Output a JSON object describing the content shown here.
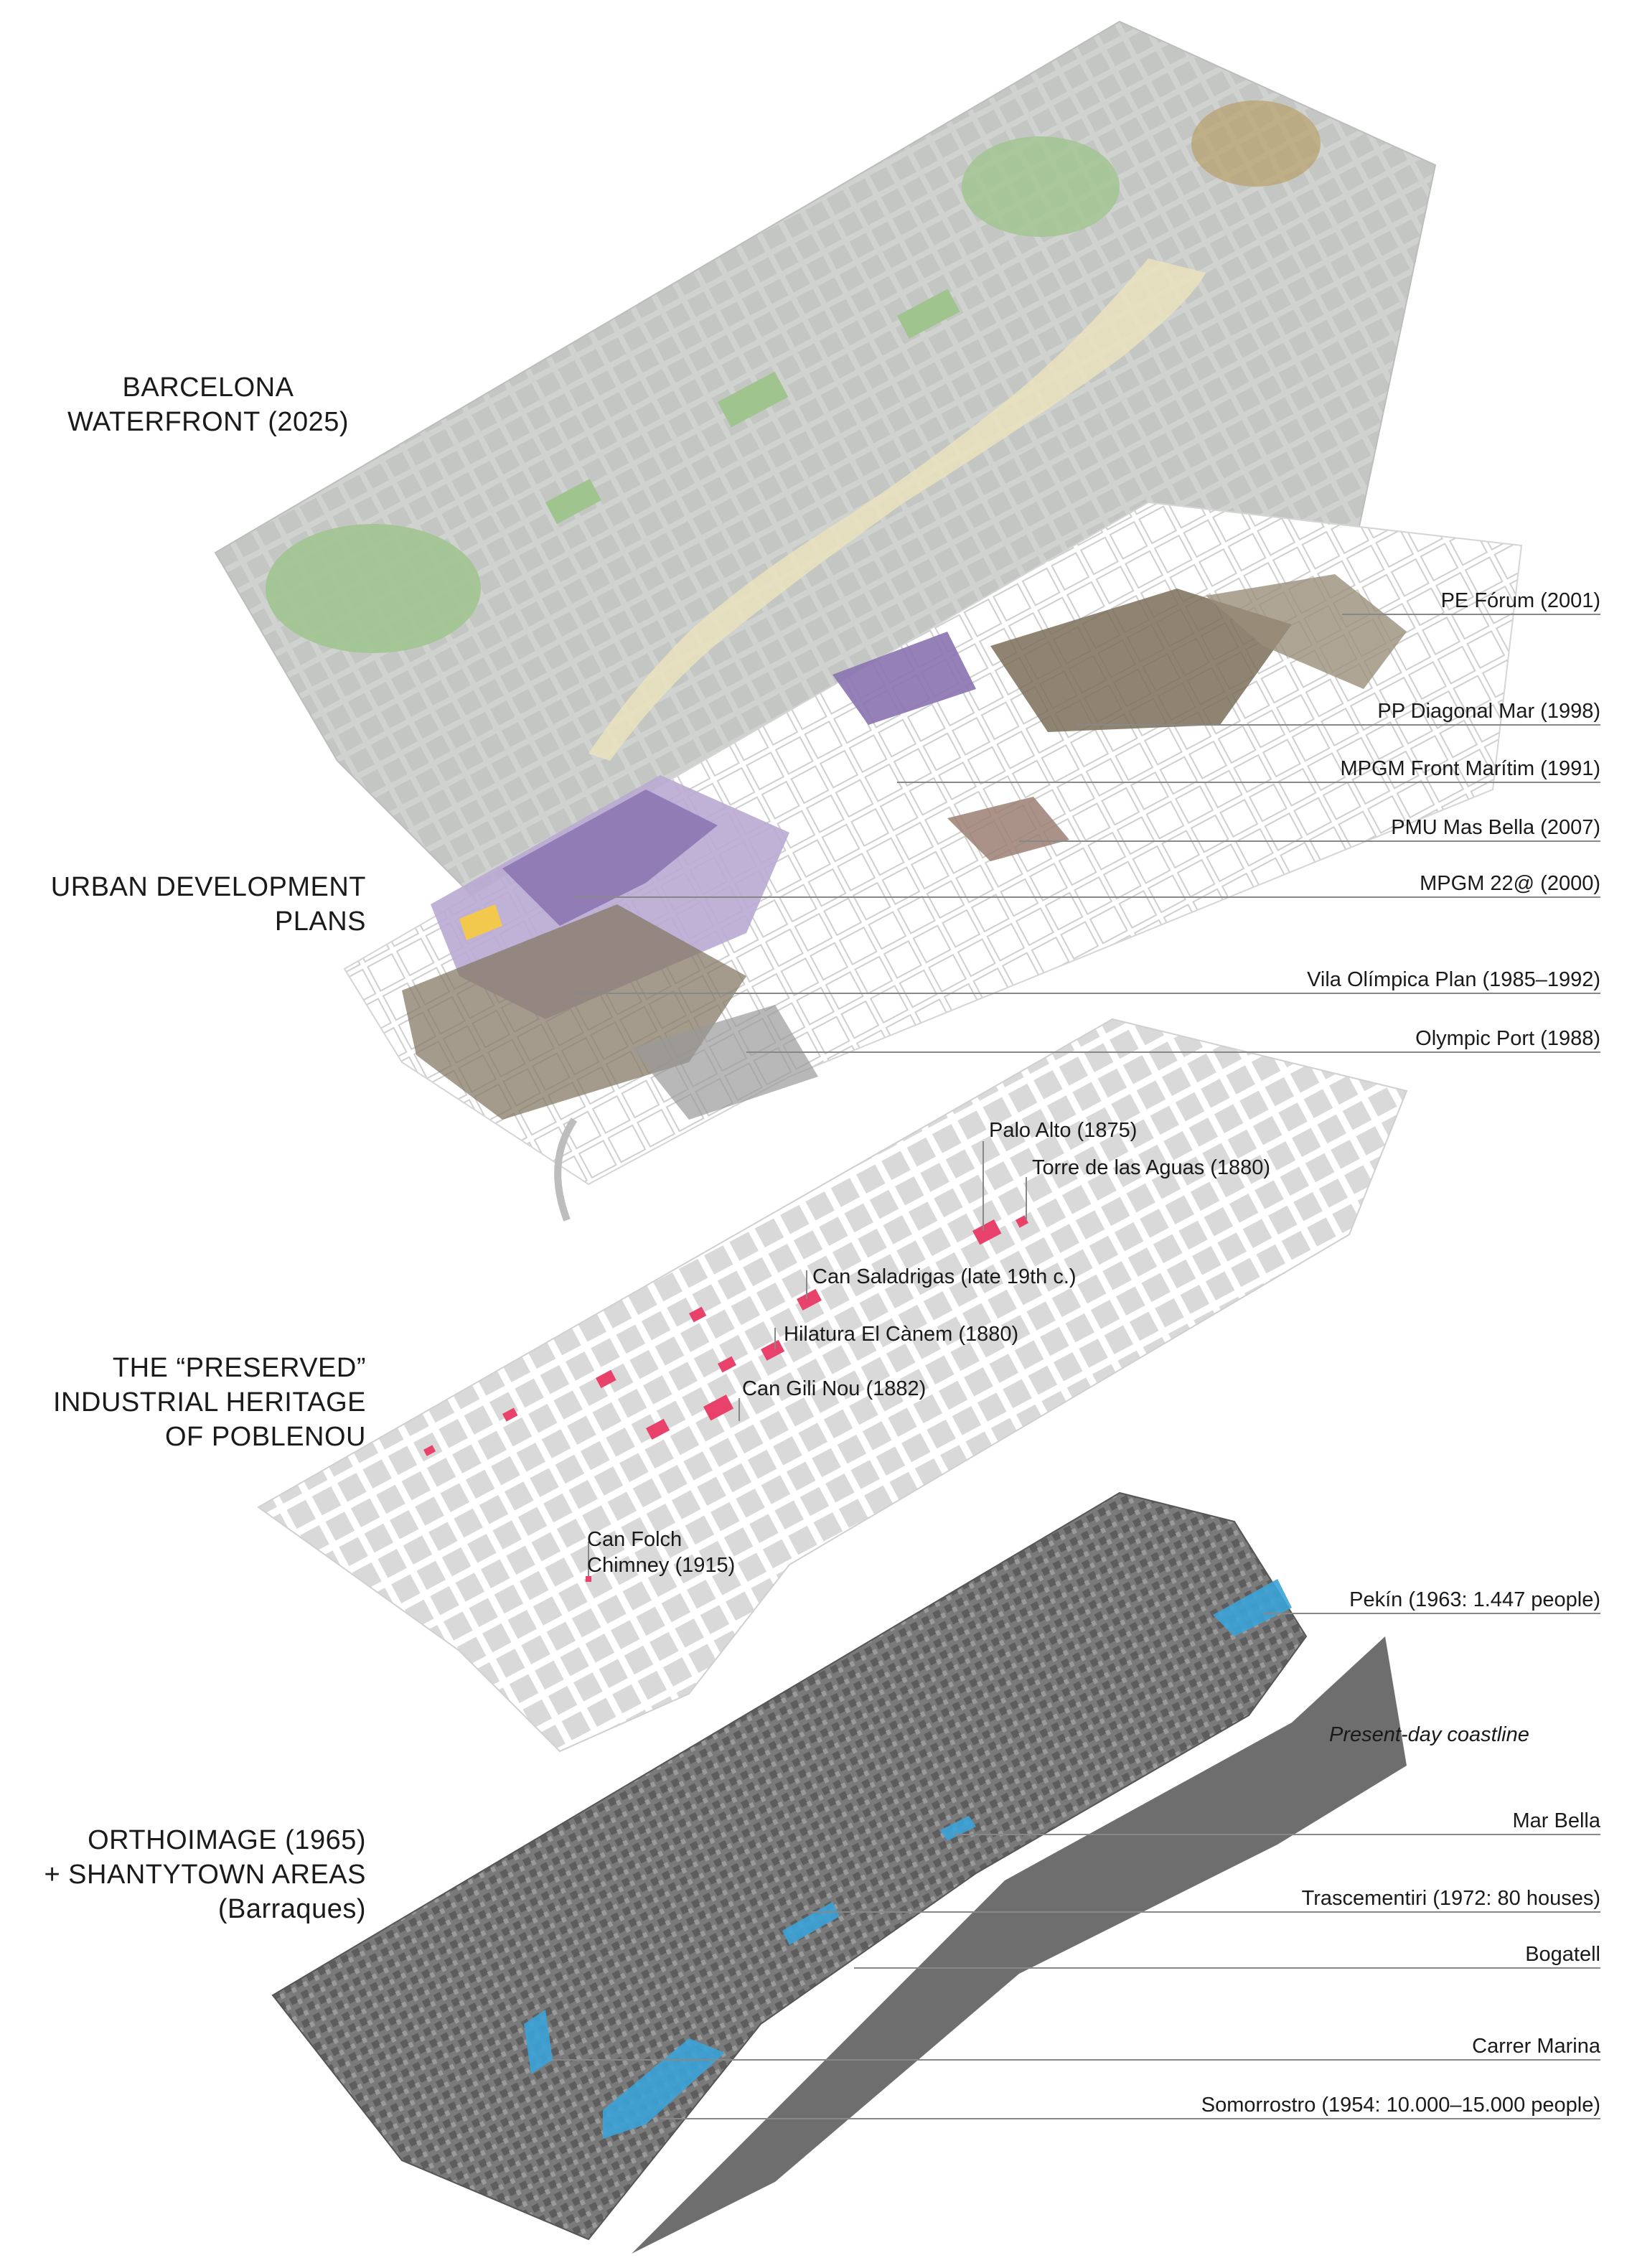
{
  "layers": [
    {
      "key": "waterfront",
      "label_lines": [
        "BARCELONA",
        "WATERFRONT (2025)"
      ]
    },
    {
      "key": "plans",
      "label_lines": [
        "URBAN DEVELOPMENT",
        "PLANS"
      ]
    },
    {
      "key": "heritage",
      "label_lines": [
        "THE “PRESERVED”",
        "INDUSTRIAL HERITAGE",
        "OF POBLENOU"
      ]
    },
    {
      "key": "ortho",
      "label_lines": [
        "ORTHOIMAGE (1965)",
        "+ SHANTYTOWN AREAS",
        "(Barraques)"
      ]
    }
  ],
  "plan_callouts": [
    "PE Fórum (2001)",
    "PP Diagonal Mar (1998)",
    "MPGM Front Marítim (1991)",
    "PMU Mas Bella (2007)",
    "MPGM 22@ (2000)",
    "Vila Olímpica Plan (1985–1992)",
    "Olympic Port (1988)"
  ],
  "heritage_callouts": [
    "Palo Alto (1875)",
    "Torre de las Aguas (1880)",
    "Can Saladrigas (late 19th c.)",
    "Hilatura El Cànem (1880)",
    "Can Gili Nou (1882)",
    "Can Folch",
    "Chimney (1915)"
  ],
  "ortho_callouts": [
    "Pekín (1963: 1.447 people)",
    "Present-day coastline",
    "Mar Bella",
    "Trascementiri (1972: 80 houses)",
    "Bogatell",
    "Carrer Marina",
    "Somorrostro (1954: 10.000–15.000 people)"
  ],
  "colors": {
    "waterfront_base": "#d8dad6",
    "park_green": "#9fc48d",
    "sand": "#e8e0bf",
    "plan_purple": "#8a73b0",
    "plan_lilac": "#b9a8d3",
    "plan_yellow": "#f2c94c",
    "aerial_brown": "#7a6e58",
    "heritage_grey": "#dcdcdc",
    "heritage_red": "#e8416a",
    "ortho_grey": "#6d6d6d",
    "ortho_dark": "#3f3f3f",
    "shanty_blue": "#3aa3d8",
    "line": "#888888"
  }
}
